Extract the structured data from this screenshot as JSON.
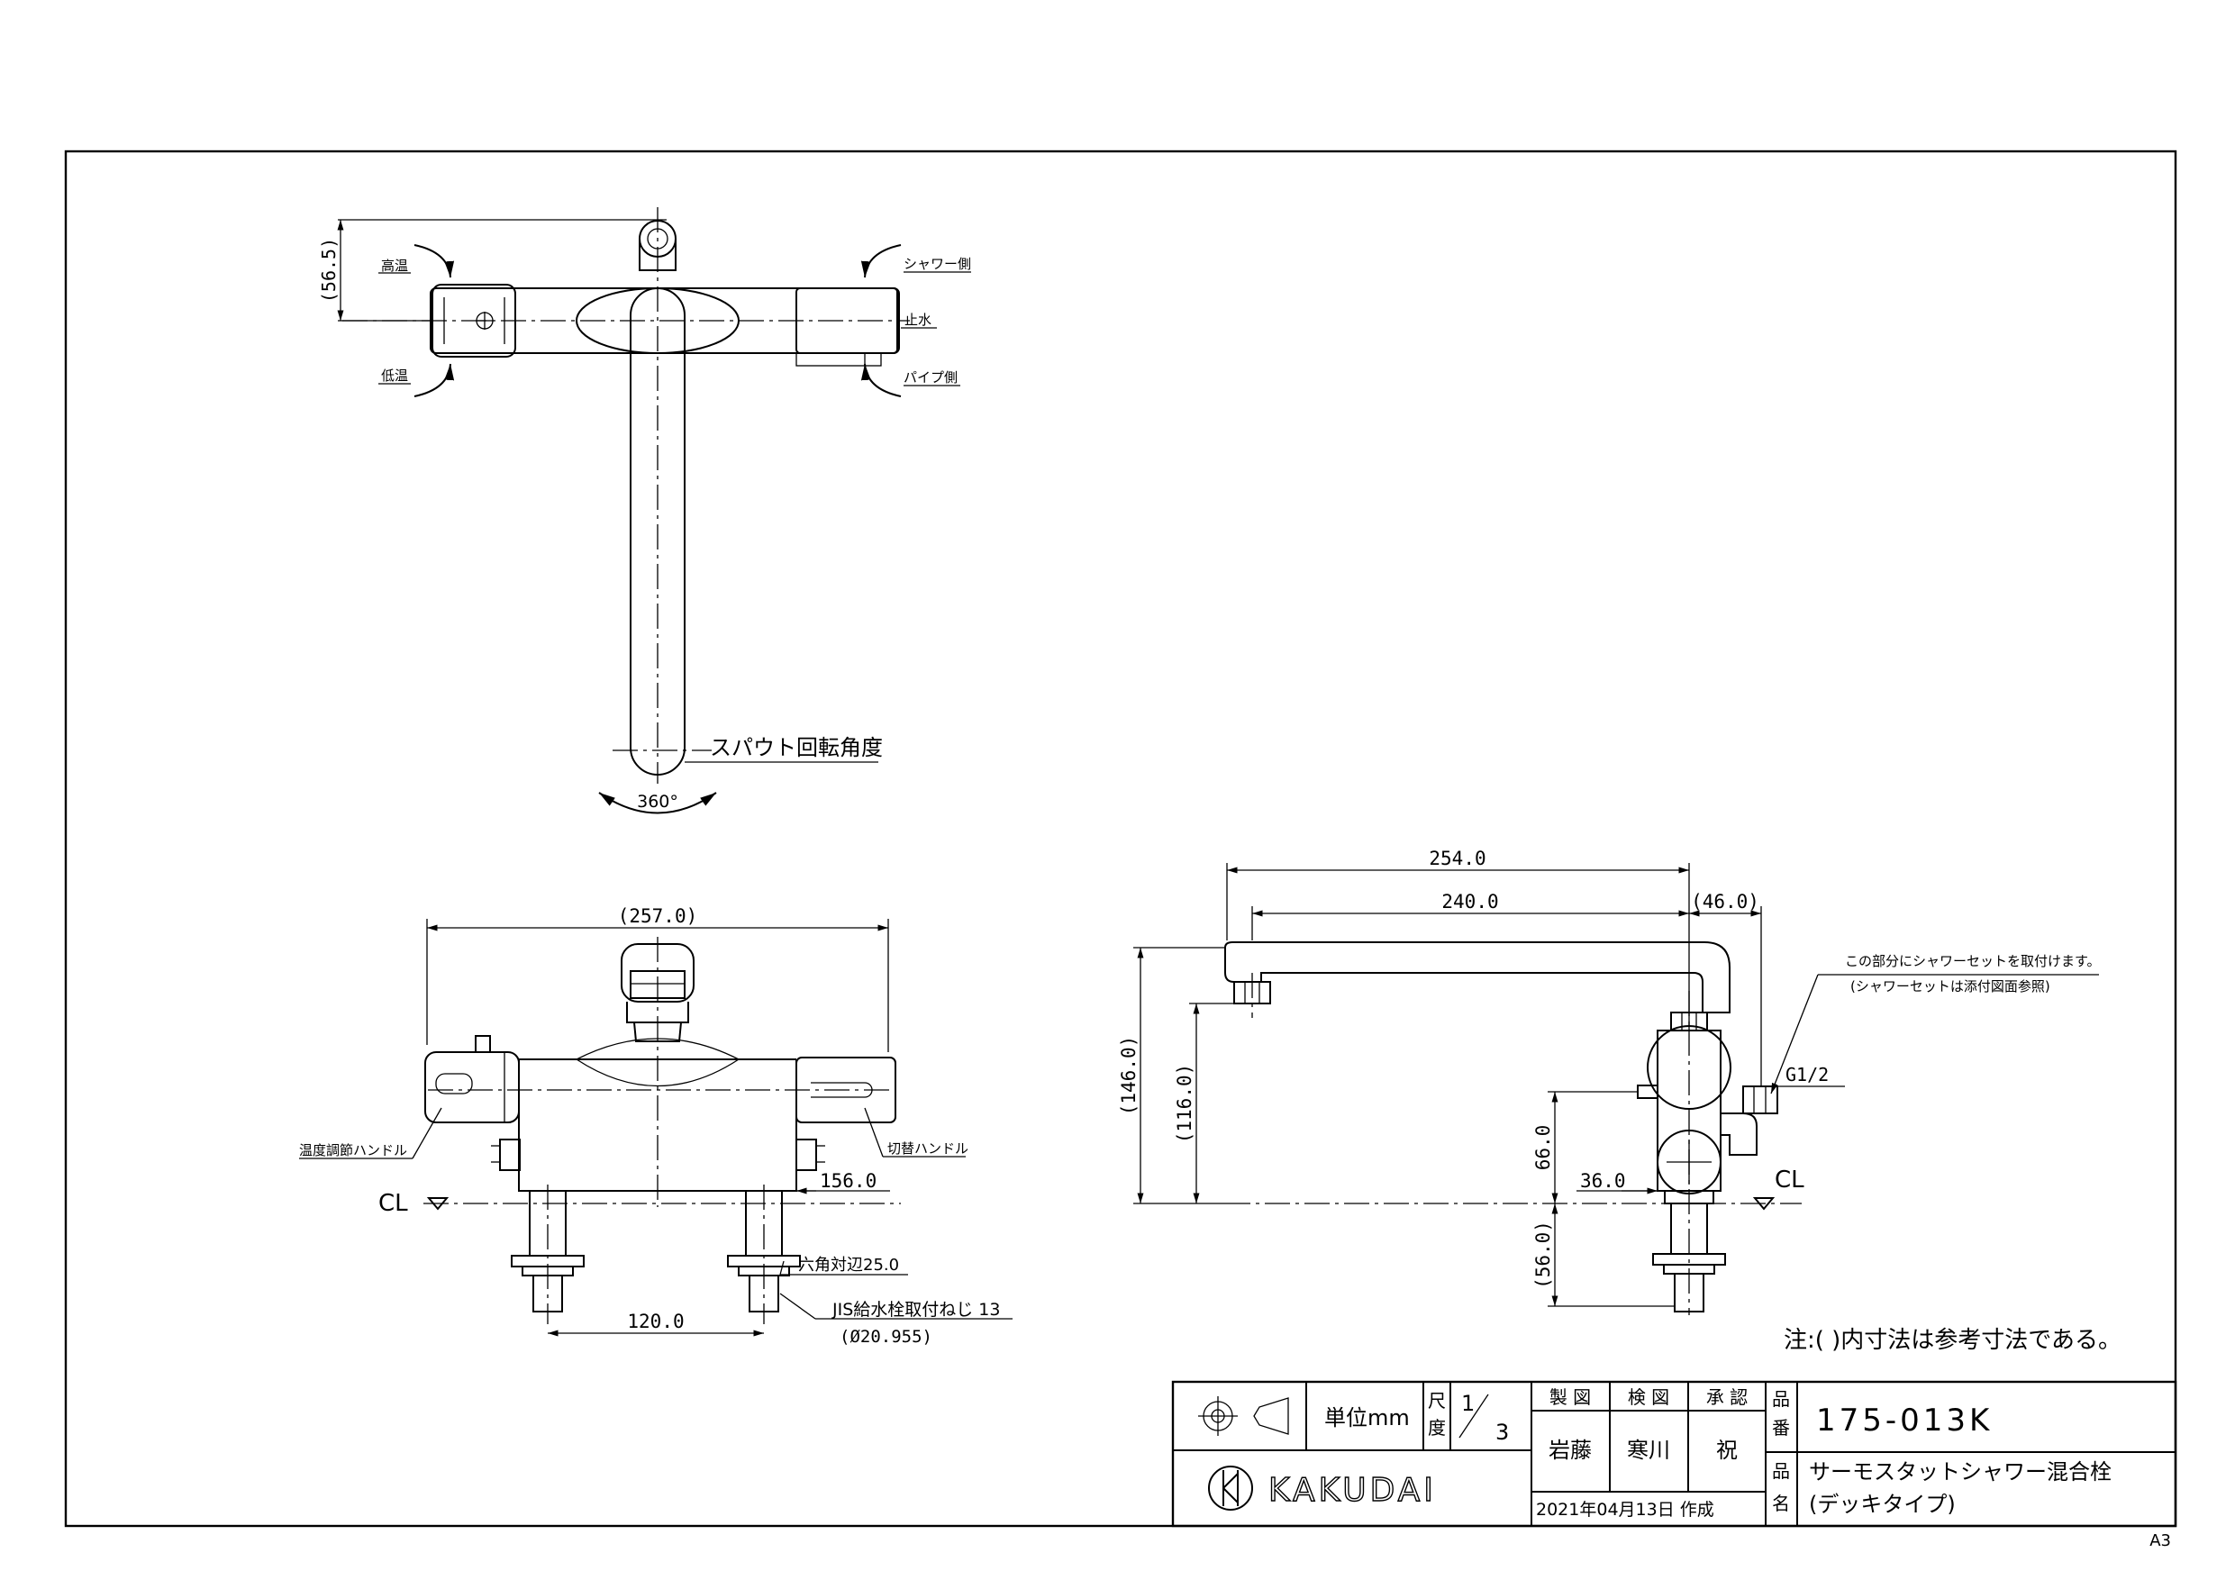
{
  "notes": {
    "top_high": "高温",
    "top_low": "低温",
    "top_shower": "シャワー側",
    "top_stop": "止水",
    "top_pipe": "パイプ側",
    "spout_rotation": "スパウト回転角度",
    "rotation_angle": "360°",
    "temp_handle": "温度調節ハンドル",
    "switch_handle": "切替ハンドル",
    "shower_attach_1": "この部分にシャワーセットを取付けます。",
    "shower_attach_2": "(シャワーセットは添付図面参照)",
    "thread_g": "G1/2",
    "hex": "六角対辺25.0",
    "jis": "JIS給水栓取付ねじ 13",
    "jis_dia": "(Ø20.955)",
    "cl_left": "CL",
    "cl_right": "CL",
    "reference_note": "注:( )内寸法は参考寸法である。"
  },
  "dims": {
    "top_56_5": "(56.5)",
    "front_257": "(257.0)",
    "front_156": "156.0",
    "front_120": "120.0",
    "side_254": "254.0",
    "side_240": "240.0",
    "side_46": "(46.0)",
    "side_146": "(146.0)",
    "side_116": "(116.0)",
    "side_66": "66.0",
    "side_36": "36.0",
    "side_56": "(56.0)"
  },
  "title_block": {
    "unit_label": "単位mm",
    "scale_label_1": "尺",
    "scale_label_2": "度",
    "scale_num": "1",
    "scale_den": "3",
    "made_label": "製 図",
    "check_label": "検 図",
    "approve_label": "承 認",
    "made_by": "岩藤",
    "checked_by": "寒川",
    "approved_by": "祝",
    "part_no_label_1": "品",
    "part_no_label_2": "番",
    "part_no": "175-013K",
    "part_name_label_1": "品",
    "part_name_label_2": "名",
    "part_name_1": "サーモスタットシャワー混合栓",
    "part_name_2": "(デッキタイプ)",
    "date": "2021年04月13日 作成",
    "brand": "KAKUDAI"
  },
  "sheet_size": "A3"
}
